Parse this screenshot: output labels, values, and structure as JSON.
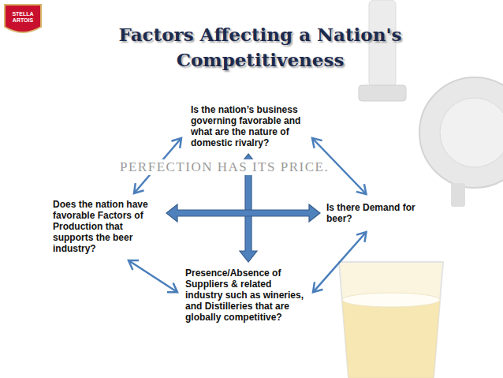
{
  "diagram": {
    "title": "Factors Affecting a Nation's Competitiveness",
    "nodes": [
      {
        "text": [
          "Is the nation’s business governing favorable and what are the nature of domestic rivalry?"
        ]
      },
      {
        "text": [
          "Does the nation have favorable Factors of Production that supports the beer industry?"
        ]
      },
      {
        "text": [
          "Is there Demand for beer?"
        ]
      },
      {
        "text": [
          "Presence/Absence of Suppliers & related industry such as wineries, and Distilleries that are globally competitive?"
        ]
      }
    ],
    "edges": [
      {
        "from": 1,
        "to": 0,
        "arrow": "both"
      },
      {
        "from": 0,
        "to": 2,
        "arrow": "both"
      },
      {
        "from": 1,
        "to": 3,
        "arrow": "both"
      },
      {
        "from": 2,
        "to": 3,
        "arrow": "both"
      },
      {
        "from": 0,
        "to": 3,
        "arrow": "both"
      },
      {
        "from": 1,
        "to": 2,
        "arrow": "both"
      }
    ],
    "labels": [
      "PERFECTION HAS ITS PRICE.",
      "STELLA ARTOIS"
    ]
  }
}
